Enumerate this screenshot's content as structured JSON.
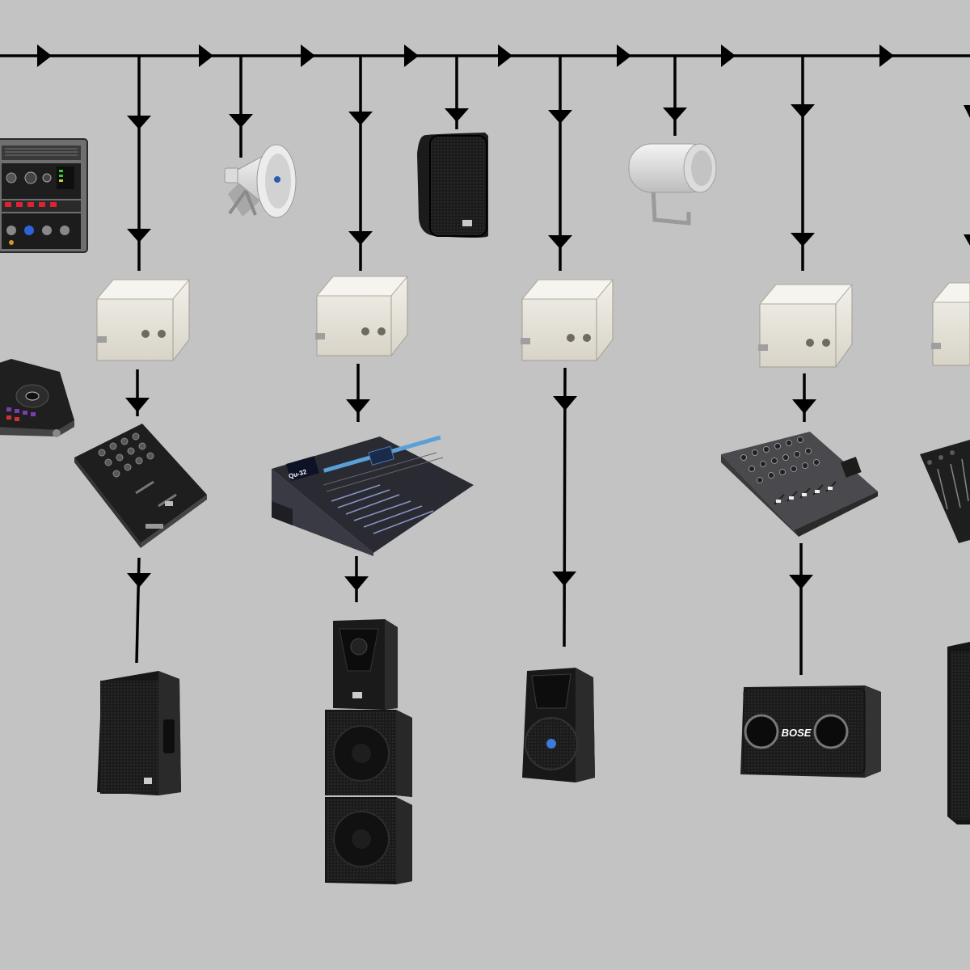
{
  "diagram": {
    "background": "#c3c3c3",
    "line_color": "#000000",
    "bus": "audio-signal-bus",
    "devices": [
      {
        "id": "rack-amplifier",
        "kind": "rack-amplifier-icon"
      },
      {
        "id": "dj-controller",
        "kind": "dj-controller-icon"
      },
      {
        "id": "horn-speaker",
        "kind": "horn-speaker-icon"
      },
      {
        "id": "wall-speaker",
        "kind": "wall-speaker-icon"
      },
      {
        "id": "projector-speaker",
        "kind": "projector-speaker-icon"
      },
      {
        "id": "junction-box-1",
        "kind": "junction-box-icon"
      },
      {
        "id": "junction-box-2",
        "kind": "junction-box-icon"
      },
      {
        "id": "junction-box-3",
        "kind": "junction-box-icon"
      },
      {
        "id": "junction-box-4",
        "kind": "junction-box-icon"
      },
      {
        "id": "junction-box-5",
        "kind": "junction-box-icon"
      },
      {
        "id": "dj-mixer",
        "kind": "dj-mixer-icon"
      },
      {
        "id": "digital-mixing-console",
        "kind": "digital-console-icon"
      },
      {
        "id": "analog-mixer",
        "kind": "analog-mixer-icon"
      },
      {
        "id": "dj-mixer-partial",
        "kind": "dj-mixer-icon"
      },
      {
        "id": "active-speaker-1",
        "kind": "pa-speaker-icon"
      },
      {
        "id": "speaker-stack",
        "kind": "speaker-stack-icon"
      },
      {
        "id": "active-speaker-2",
        "kind": "pa-speaker-icon"
      },
      {
        "id": "bose-speaker",
        "kind": "bose-speaker-icon"
      },
      {
        "id": "tall-speaker-partial",
        "kind": "pa-speaker-icon"
      }
    ],
    "labels": {
      "bose_logo": "BOSE",
      "console_screen": "Qu-32"
    }
  }
}
